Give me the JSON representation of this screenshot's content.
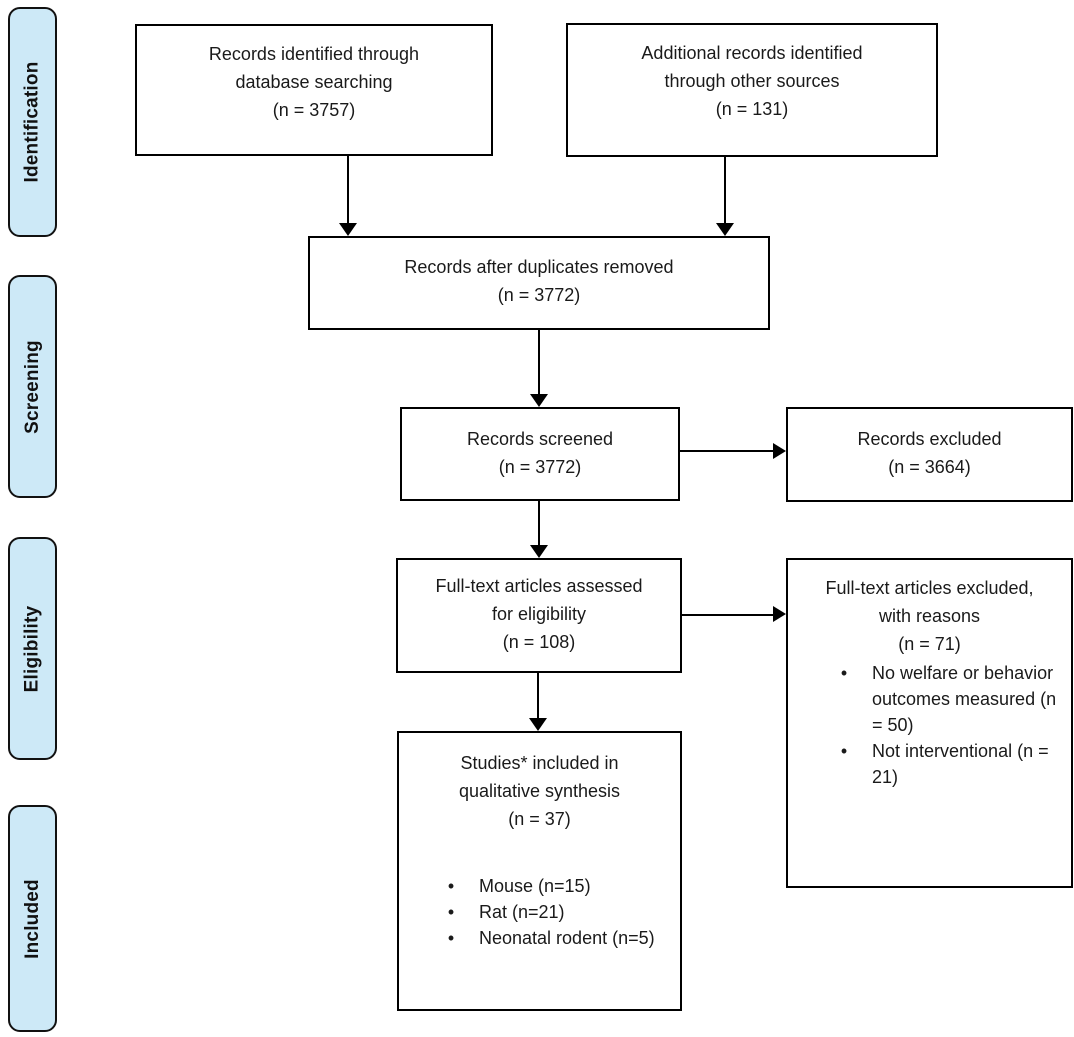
{
  "colors": {
    "background": "#ffffff",
    "box_border": "#000000",
    "sidebar_fill": "#cde9f7",
    "sidebar_border": "#111111",
    "text": "#1a1a1a"
  },
  "sidebar": {
    "labels": [
      {
        "id": "identification",
        "label": "Identification"
      },
      {
        "id": "screening",
        "label": "Screening"
      },
      {
        "id": "eligibility",
        "label": "Eligibility"
      },
      {
        "id": "included",
        "label": "Included"
      }
    ]
  },
  "boxes": {
    "identified": {
      "lines": [
        "Records identified through",
        "database searching",
        "(n = 3757)"
      ]
    },
    "additional": {
      "lines": [
        "Additional records identified",
        "through other sources",
        "(n = 131)"
      ]
    },
    "duplicates": {
      "lines": [
        "Records after duplicates removed",
        "(n = 3772)"
      ]
    },
    "screened": {
      "lines": [
        "Records screened",
        "(n = 3772)"
      ]
    },
    "records_excluded": {
      "lines": [
        "Records excluded",
        "(n = 3664)"
      ]
    },
    "fulltext": {
      "lines": [
        "Full-text articles assessed",
        "for eligibility",
        "(n = 108)"
      ]
    },
    "fulltext_excluded": {
      "lines": [
        "Full-text articles excluded,",
        "with reasons",
        "(n = 71)"
      ],
      "bullets": [
        "No welfare or behavior outcomes measured (n = 50)",
        "Not interventional (n = 21)"
      ],
      "bullet_marker": "•"
    },
    "studies_included": {
      "lines": [
        "Studies* included in",
        "qualitative synthesis",
        "(n = 37)"
      ],
      "bullets": [
        "Mouse (n=15)",
        "Rat (n=21)",
        "Neonatal rodent (n=5)"
      ],
      "bullet_marker": "•"
    }
  }
}
